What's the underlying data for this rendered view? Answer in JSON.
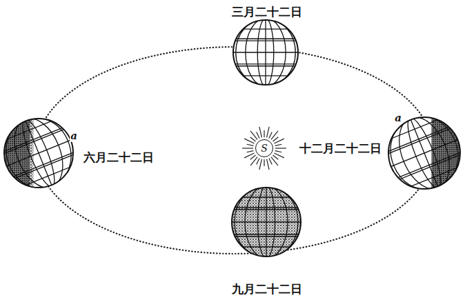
{
  "diagram": {
    "nodes": [
      {
        "text": [
          "S"
        ]
      }
    ],
    "labels": [
      "三月二十二日",
      "六月二十二日",
      "十二月二十二日",
      "九月二十二日",
      "a",
      "a"
    ]
  }
}
